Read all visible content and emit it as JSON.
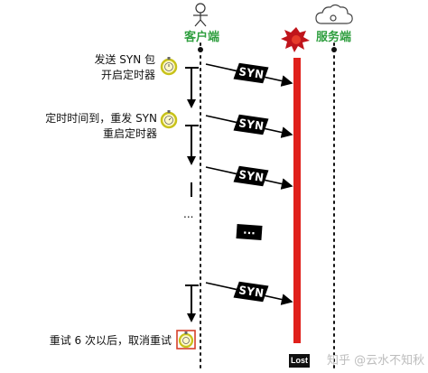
{
  "actors": {
    "client": {
      "label": "客户端"
    },
    "server": {
      "label": "服务端"
    }
  },
  "notes": {
    "first_send": [
      "发送 SYN 包",
      "开启定时器"
    ],
    "retransmit": [
      "定时时间到，重发 SYN",
      "重启定时器"
    ],
    "give_up": "重试 6 次以后，取消重试"
  },
  "packets": [
    {
      "label": "SYN"
    },
    {
      "label": "SYN"
    },
    {
      "label": "SYN"
    },
    {
      "label": "SYN"
    }
  ],
  "ellipsis": {
    "left": "...",
    "box": "..."
  },
  "lost_label": "Lost",
  "watermark": "知乎 @云水不知秋",
  "colors": {
    "actor": "#2e9e3e",
    "lost_bar": "#e0201b",
    "timer_ring": "#c8c21a",
    "stop_frame": "#d6402a"
  },
  "icons": [
    "stick-figure-icon",
    "cloud-server-icon",
    "explosion-icon",
    "stopwatch-icon"
  ]
}
